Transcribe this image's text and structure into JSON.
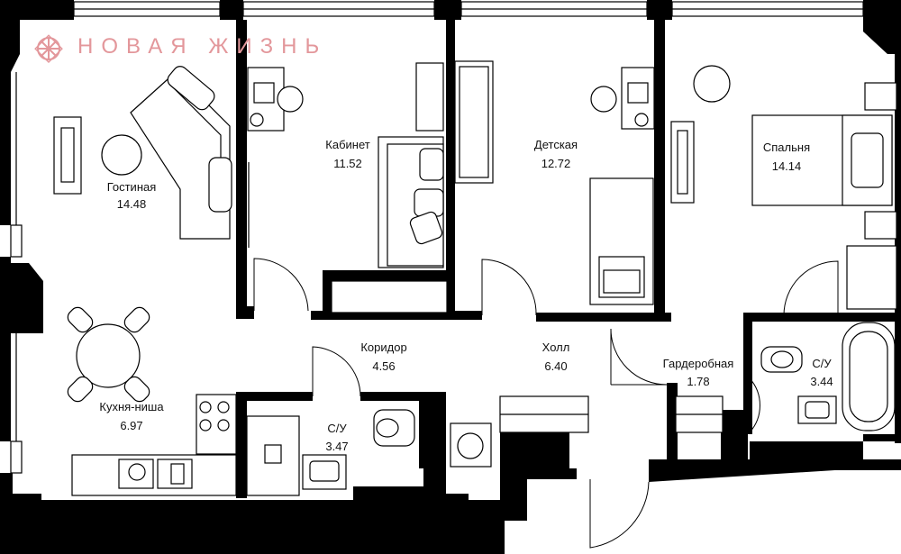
{
  "brand": {
    "name": "НОВАЯ ЖИЗНЬ",
    "color": "#e3979b"
  },
  "rooms": [
    {
      "id": "living",
      "name": "Гостиная",
      "area": "14.48"
    },
    {
      "id": "office",
      "name": "Кабинет",
      "area": "11.52"
    },
    {
      "id": "kids",
      "name": "Детская",
      "area": "12.72"
    },
    {
      "id": "bedroom",
      "name": "Спальня",
      "area": "14.14"
    },
    {
      "id": "kitchen",
      "name": "Кухня-ниша",
      "area": "6.97"
    },
    {
      "id": "corridor",
      "name": "Коридор",
      "area": "4.56"
    },
    {
      "id": "hall",
      "name": "Холл",
      "area": "6.40"
    },
    {
      "id": "wardrobe",
      "name": "Гардеробная",
      "area": "1.78"
    },
    {
      "id": "bath1",
      "name": "С/У",
      "area": "3.47"
    },
    {
      "id": "bath2",
      "name": "С/У",
      "area": "3.44"
    }
  ]
}
